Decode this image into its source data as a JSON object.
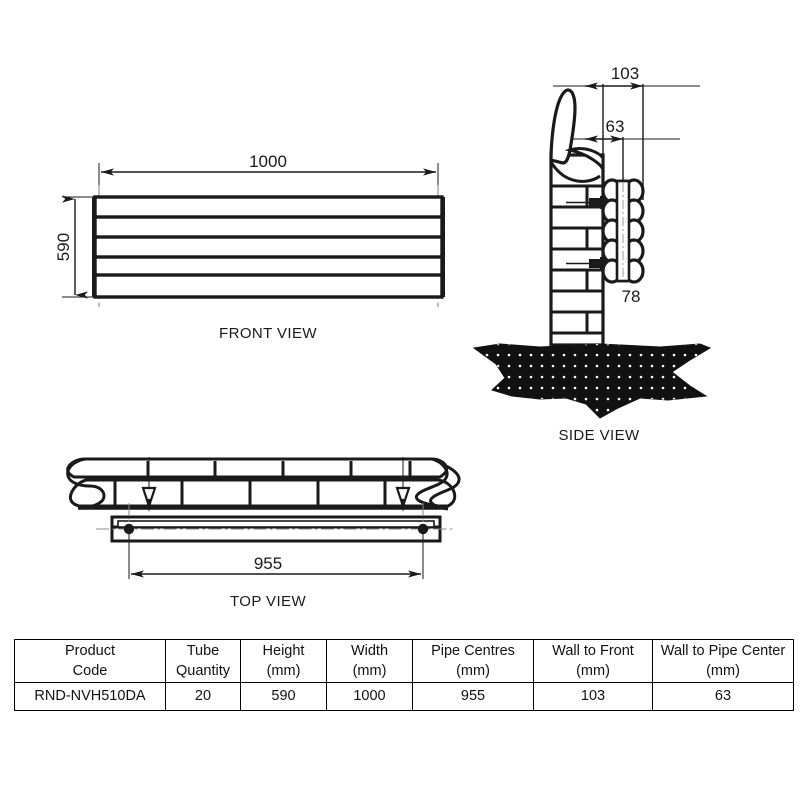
{
  "drawing": {
    "title": "Radiator technical drawing",
    "views": [
      {
        "id": "front",
        "label": "FRONT VIEW"
      },
      {
        "id": "side",
        "label": "SIDE VIEW"
      },
      {
        "id": "top",
        "label": "TOP VIEW"
      }
    ],
    "dimensions": {
      "front_width": "1000",
      "front_height": "590",
      "side_wall_to_front": "103",
      "side_wall_to_pipe_center": "63",
      "side_depth_78": "78",
      "top_pipe_centres": "955"
    },
    "front_view": {
      "label": "FRONT VIEW",
      "width_dim": "1000",
      "height_dim": "590",
      "tube_bar_count": 5
    },
    "side_view": {
      "label": "SIDE VIEW",
      "wall_to_front_dim": "103",
      "wall_to_pipe_center_dim": "63",
      "tube_depth_dim": "78",
      "tube_rows": 5,
      "tube_columns": 2,
      "bracket_count": 2,
      "brick_courses": 9
    },
    "top_view": {
      "label": "TOP VIEW",
      "pipe_centres_dim": "955",
      "bracket_count": 2,
      "pipe_center_marker_count": 2
    },
    "colors": {
      "line": "#1a1a1a",
      "fill": "#ffffff",
      "ground_fill": "#111111",
      "ground_dots": "#ffffff"
    }
  },
  "spec_table": {
    "headers": [
      {
        "line1": "Product",
        "line2": "Code"
      },
      {
        "line1": "Tube",
        "line2": "Quantity"
      },
      {
        "line1": "Height",
        "line2": "(mm)"
      },
      {
        "line1": "Width",
        "line2": "(mm)"
      },
      {
        "line1": "Pipe Centres",
        "line2": "(mm)"
      },
      {
        "line1": "Wall to Front",
        "line2": "(mm)"
      },
      {
        "line1": "Wall to Pipe Center",
        "line2": "(mm)"
      }
    ],
    "rows": [
      {
        "product_code": "RND-NVH510DA",
        "tube_quantity": "20",
        "height_mm": "590",
        "width_mm": "1000",
        "pipe_centres_mm": "955",
        "wall_to_front_mm": "103",
        "wall_to_pipe_center_mm": "63"
      }
    ]
  }
}
